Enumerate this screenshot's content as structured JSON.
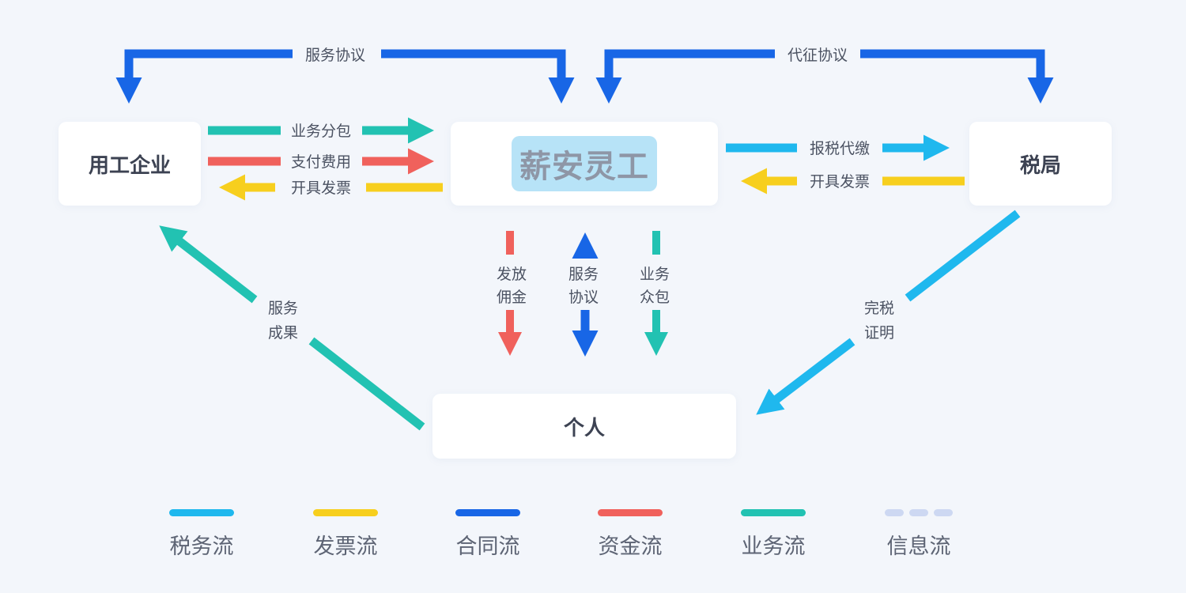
{
  "nodes": {
    "employer": "用工企业",
    "platform": "薪安灵工",
    "tax_bureau": "税局",
    "individual": "个人"
  },
  "flows": {
    "service_agreement_top": "服务协议",
    "collection_agreement": "代征协议",
    "business_subcontract": "业务分包",
    "pay_fees": "支付费用",
    "issue_invoice_left": "开具发票",
    "tax_declare": "报税代缴",
    "issue_invoice_right": "开具发票",
    "pay_commission": [
      "发放",
      "佣金"
    ],
    "service_agreement_mid": [
      "服务",
      "协议"
    ],
    "crowdsource": [
      "业务",
      "众包"
    ],
    "service_result": [
      "服务",
      "成果"
    ],
    "tax_certificate": [
      "完税",
      "证明"
    ]
  },
  "legend": [
    {
      "label": "税务流",
      "color": "#1fb8ee",
      "style": "solid"
    },
    {
      "label": "发票流",
      "color": "#f7cf1e",
      "style": "solid"
    },
    {
      "label": "合同流",
      "color": "#1866e6",
      "style": "solid"
    },
    {
      "label": "资金流",
      "color": "#f0615c",
      "style": "solid"
    },
    {
      "label": "业务流",
      "color": "#22c2b2",
      "style": "solid"
    },
    {
      "label": "信息流",
      "color": "#cdd8f2",
      "style": "dashed"
    }
  ],
  "colors": {
    "tax": "#1fb8ee",
    "invoice": "#f7cf1e",
    "contract": "#1866e6",
    "funds": "#f0615c",
    "business": "#22c2b2"
  }
}
